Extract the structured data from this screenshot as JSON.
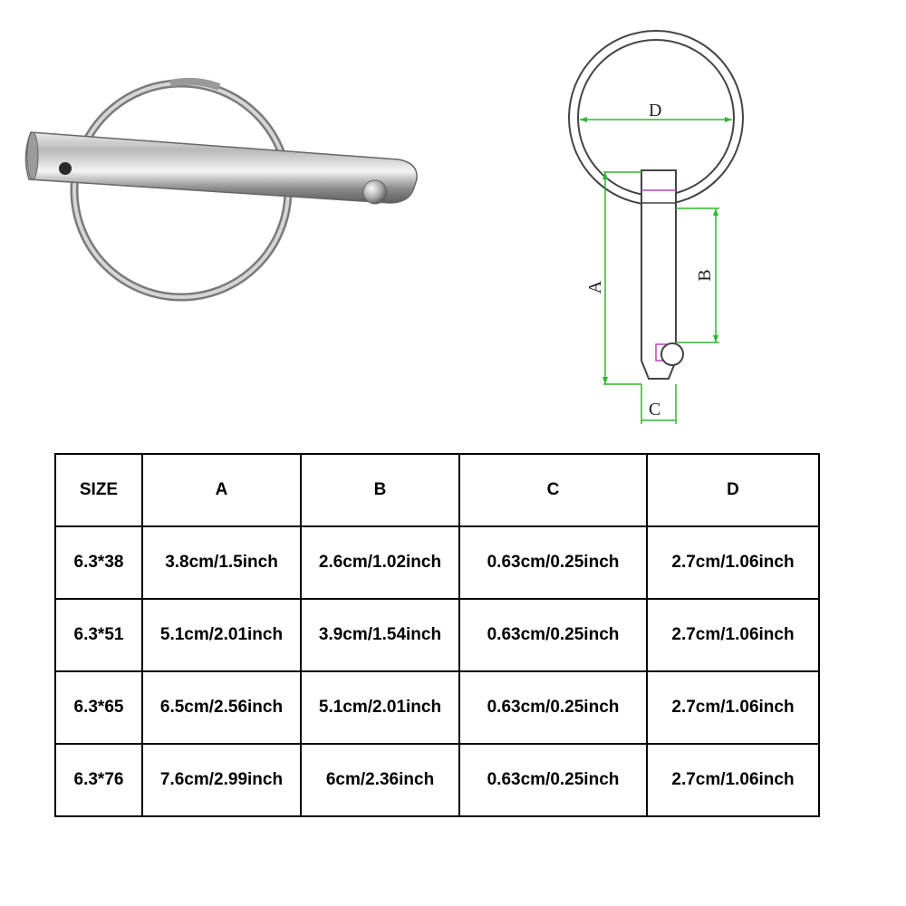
{
  "diagram": {
    "labels": {
      "a": "A",
      "b": "B",
      "c": "C",
      "d": "D"
    },
    "colors": {
      "dimension": "#2eb82e",
      "outline": "#333333",
      "accent": "#c040c0"
    }
  },
  "table": {
    "headers": [
      "SIZE",
      "A",
      "B",
      "C",
      "D"
    ],
    "rows": [
      [
        "6.3*38",
        "3.8cm/1.5inch",
        "2.6cm/1.02inch",
        "0.63cm/0.25inch",
        "2.7cm/1.06inch"
      ],
      [
        "6.3*51",
        "5.1cm/2.01inch",
        "3.9cm/1.54inch",
        "0.63cm/0.25inch",
        "2.7cm/1.06inch"
      ],
      [
        "6.3*65",
        "6.5cm/2.56inch",
        "5.1cm/2.01inch",
        "0.63cm/0.25inch",
        "2.7cm/1.06inch"
      ],
      [
        "6.3*76",
        "7.6cm/2.99inch",
        "6cm/2.36inch",
        "0.63cm/0.25inch",
        "2.7cm/1.06inch"
      ]
    ]
  }
}
